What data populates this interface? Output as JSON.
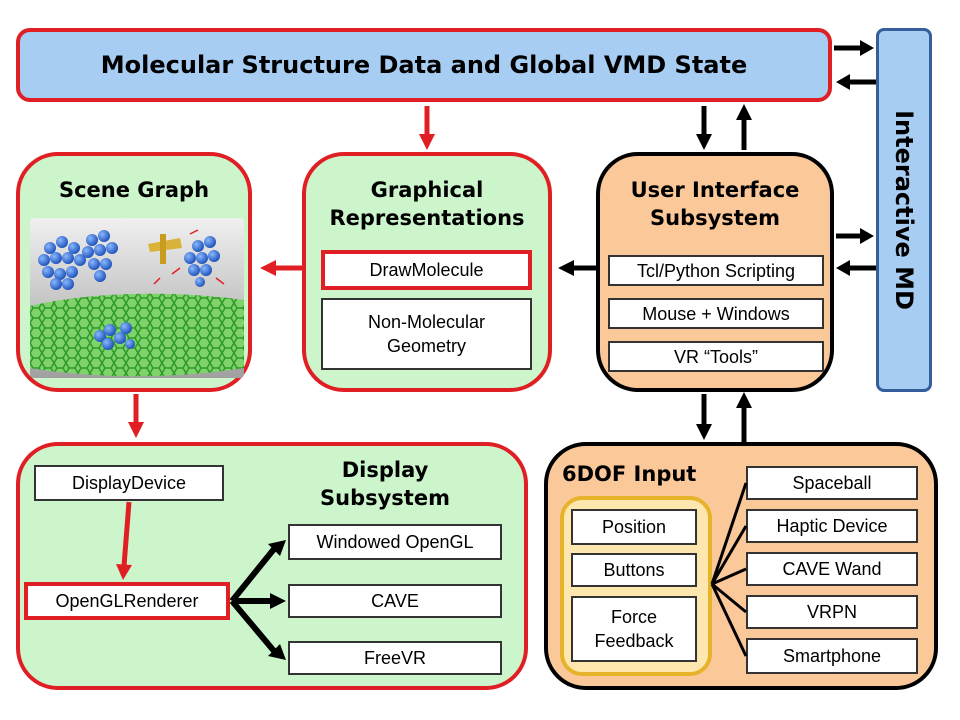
{
  "top_bar": {
    "label": "Molecular Structure Data and Global VMD State"
  },
  "interactive_md": {
    "label": "Interactive MD"
  },
  "scene_graph": {
    "title": "Scene Graph"
  },
  "graphical_representations": {
    "title_line1": "Graphical",
    "title_line2": "Representations",
    "draw_molecule": "DrawMolecule",
    "non_molecular_line1": "Non-Molecular",
    "non_molecular_line2": "Geometry"
  },
  "user_interface": {
    "title_line1": "User Interface",
    "title_line2": "Subsystem",
    "items": [
      "Tcl/Python Scripting",
      "Mouse + Windows",
      "VR “Tools”"
    ]
  },
  "display_subsystem": {
    "title_line1": "Display",
    "title_line2": "Subsystem",
    "display_device": "DisplayDevice",
    "opengl_renderer": "OpenGLRenderer",
    "outputs": [
      "Windowed OpenGL",
      "CAVE",
      "FreeVR"
    ]
  },
  "sixdof_input": {
    "title": "6DOF Input",
    "inner": [
      "Position",
      "Buttons"
    ],
    "force_line1": "Force",
    "force_line2": "Feedback",
    "devices": [
      "Spaceball",
      "Haptic Device",
      "CAVE Wand",
      "VRPN",
      "Smartphone"
    ]
  },
  "colors": {
    "red_border": "#e01f24",
    "blue_fill": "#a7cdf2",
    "green_fill": "#ccf5cc",
    "orange_fill": "#fbc89a",
    "yellow_fill": "#fde7ae"
  }
}
